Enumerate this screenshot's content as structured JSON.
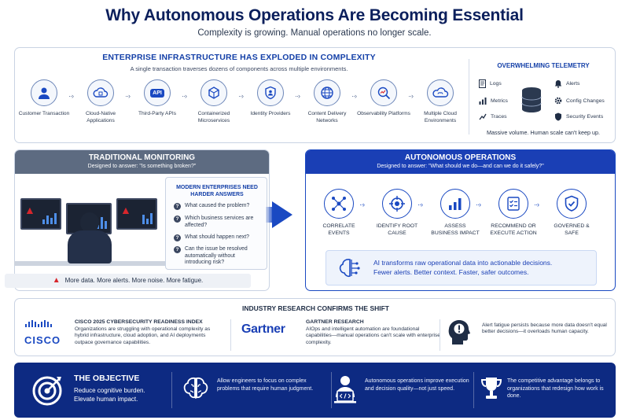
{
  "title": "Why Autonomous Operations Are Becoming Essential",
  "subtitle": "Complexity is growing. Manual operations no longer scale.",
  "infrastructure": {
    "title": "ENTERPRISE INFRASTRUCTURE HAS EXPLODED IN COMPLEXITY",
    "subtitle": "A single transaction traverses dozens of components across multiple environments.",
    "chain": [
      {
        "label": "Customer Transaction",
        "icon": "person-icon"
      },
      {
        "label": "Cloud-Native Applications",
        "icon": "cloud-icon"
      },
      {
        "label": "Third-Party APIs",
        "icon": "api-icon",
        "badge": "API"
      },
      {
        "label": "Containerized Microservices",
        "icon": "container-icon"
      },
      {
        "label": "Identity Providers",
        "icon": "identity-shield-icon"
      },
      {
        "label": "Content Delivery Networks",
        "icon": "globe-icon"
      },
      {
        "label": "Observability Platforms",
        "icon": "magnifier-chart-icon"
      },
      {
        "label": "Multiple Cloud Environments",
        "icon": "multi-cloud-icon"
      }
    ]
  },
  "telemetry": {
    "title": "OVERWHELMING TELEMETRY",
    "items": [
      "Logs",
      "Alerts",
      "Metrics",
      "Config Changes",
      "Traces",
      "Security Events"
    ],
    "footer": "Massive volume. Human scale can't keep up."
  },
  "traditional": {
    "title": "TRADITIONAL MONITORING",
    "subtitle": "Designed to answer: \"Is something broken?\"",
    "questions_title": "MODERN ENTERPRISES NEED HARDER ANSWERS",
    "questions": [
      "What caused the problem?",
      "Which business services are affected?",
      "What should happen next?",
      "Can the issue be resolved automatically without introducing risk?"
    ],
    "footer": "More data. More alerts. More noise. More fatigue."
  },
  "autonomous": {
    "title": "AUTONOMOUS OPERATIONS",
    "subtitle": "Designed to answer: \"What should we do—and can we do it safely?\"",
    "steps": [
      {
        "label": "CORRELATE EVENTS",
        "icon": "network-icon"
      },
      {
        "label": "IDENTIFY ROOT CAUSE",
        "icon": "target-icon"
      },
      {
        "label": "ASSESS BUSINESS IMPACT",
        "icon": "bar-chart-icon"
      },
      {
        "label": "RECOMMEND OR EXECUTE ACTION",
        "icon": "checklist-icon"
      },
      {
        "label": "GOVERNED & SAFE",
        "icon": "shield-check-icon"
      }
    ],
    "ai_line1": "AI transforms raw operational data into actionable decisions.",
    "ai_line2": "Fewer alerts. Better context. Faster, safer outcomes."
  },
  "research": {
    "title": "INDUSTRY RESEARCH CONFIRMS THE SHIFT",
    "cisco_logo": "CISCO",
    "cisco_heading": "CISCO 2025 CYBERSECURITY READINESS INDEX",
    "cisco_text": "Organizations are struggling with operational complexity as hybrid infrastructure, cloud adoption, and AI deployments outpace governance capabilities.",
    "gartner_logo": "Gartner",
    "gartner_heading": "GARTNER RESEARCH",
    "gartner_text": "AIOps and intelligent automation are foundational capabilities—manual operations can't scale with enterprise complexity.",
    "fatigue_text": "Alert fatigue persists because more data doesn't equal better decisions—it overloads human capacity."
  },
  "objective": {
    "title": "THE OBJECTIVE",
    "line1": "Reduce cognitive burden.",
    "line2": "Elevate human impact.",
    "item1": "Allow engineers to focus on complex problems that require human judgment.",
    "item2": "Autonomous operations improve execution and decision quality—not just speed.",
    "item3": "The competitive advantage belongs to organizations that redesign how work is done."
  },
  "colors": {
    "navy": "#0d2a82",
    "accent_blue": "#1a49c2",
    "alert_red": "#d7262c",
    "slate": "#5d6b81"
  }
}
